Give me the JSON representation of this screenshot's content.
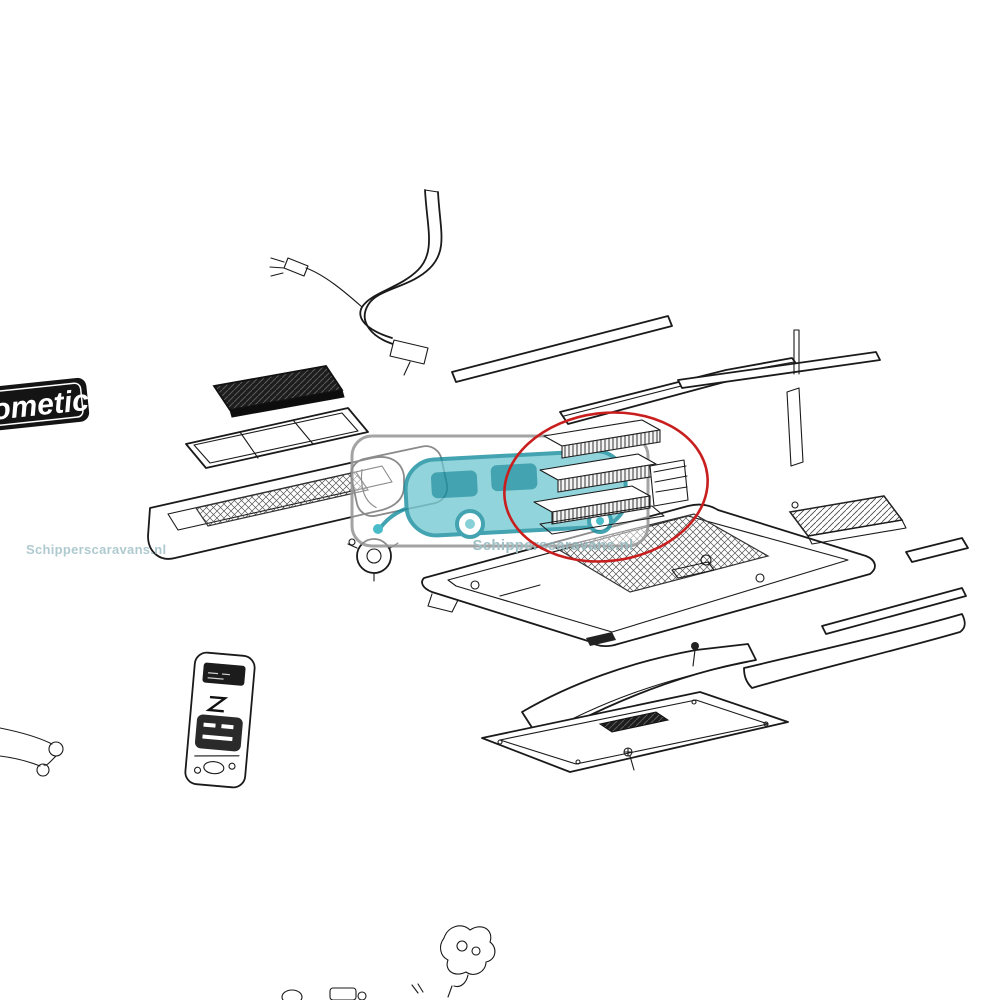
{
  "diagram": {
    "watermark_center": "Schipperscaravans.nl",
    "watermark_left": "Schipperscaravans.nl",
    "brand_plate": "ometic"
  },
  "colors": {
    "line": "#1a1a1a",
    "highlight_red": "#c81e1e",
    "caravan_teal": "#7ccbd4",
    "caravan_teal_dark": "#2f9aa8",
    "caravan_dot": "#35b5c4",
    "watermark_text": "#95b9bf",
    "watermark_border": "#9a9a9a",
    "plate_bg": "#141414",
    "plate_text": "#ffffff"
  }
}
